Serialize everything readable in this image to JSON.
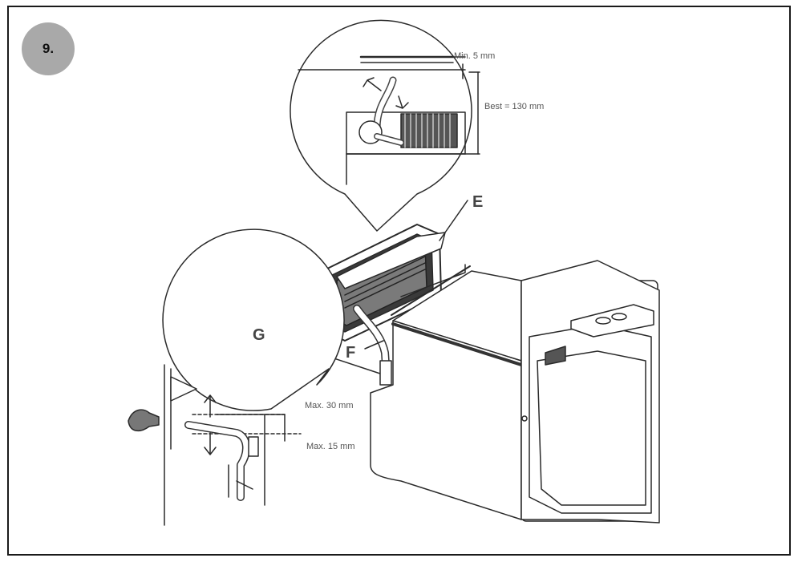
{
  "step": {
    "number": "9."
  },
  "labels": {
    "E": "E",
    "F": "F",
    "G": "G"
  },
  "top_detail": {
    "min_gap": "Min. 5 mm",
    "best_gap": "Best = 130 mm"
  },
  "bottom_detail": {
    "max_upper": "Max. 30 mm",
    "max_lower": "Max. 15 mm"
  }
}
